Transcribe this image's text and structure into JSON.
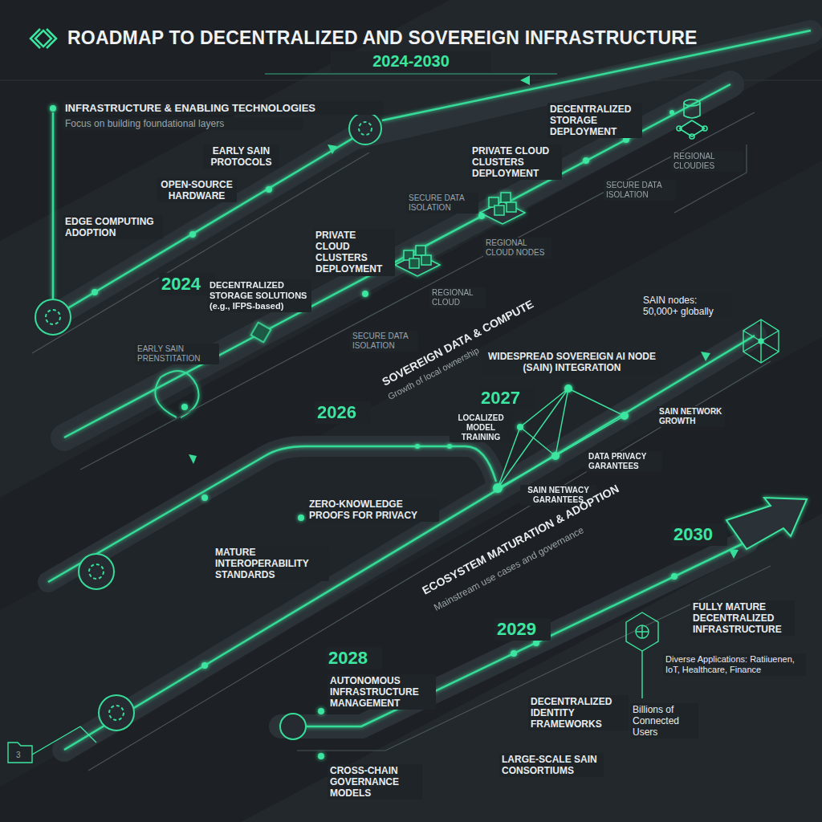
{
  "diagram": {
    "title": "ROADMAP TO DECENTRALIZED AND SOVEREIGN INFRASTRUCTURE",
    "labels": [
      "2024-2030",
      "INFRASTRUCTURE & ENABLING TECHNOLOGIES",
      "Focus on building foundational layers",
      "EARLY SAIN PROTOCOLS",
      "OPEN-SOURCE HARDWARE",
      "EDGE COMPUTING ADOPTION",
      "DECENTRALIZED STORAGE DEPLOYMENT",
      "PRIVATE CLOUD CLUSTERS DEPLOYMENT",
      "REGIONAL CLOUDIES",
      "SECURE DATA ISOLATION",
      "SECURE DATA ISOLATION",
      "PRIVATE CLOUD CLUSTERS DEPLOYMENT",
      "REGIONAL CLOUD NODES",
      "2024",
      "DECENTRALIZED STORAGE SOLUTIONS (e.g., IFPS-based)",
      "REGIONAL CLOUD",
      "SECURE DATA ISOLATION",
      "EARLY SAIN PRENSTITATION",
      "SOVEREIGN DATA & COMPUTE",
      "Growth of local ownership",
      "SAIN nodes: 50,000+ globally",
      "WIDESPREAD SOVEREIGN AI NODE (SAIN) INTEGRATION",
      "2027",
      "2026",
      "LOCALIZED MODEL TRAINING",
      "SAIN NETWORK GROWTH",
      "DATA PRIVACY GARANTEES",
      "SAIN NETWACY GARANTEES",
      "ZERO-KNOWLEDGE PROOFS FOR PRIVACY",
      "MATURE INTEROPERABILITY STANDARDS",
      "ECOSYSTEM MATURATION & ADOPTION",
      "Mainstream use cases and governance",
      "2030",
      "FULLY MATURE DECENTRALIZED INFRASTRUCTURE",
      "2029",
      "Diverse Applications: Ratiiuenen, IoT, Healthcare, Finance",
      "2028",
      "AUTONOMOUS INFRASTRUCTURE MANAGEMENT",
      "DECENTRALIZED IDENTITY FRAMEWORKS",
      "Billions of Connected Users",
      "CROSS-CHAIN GOVERNANCE MODELS",
      "LARGE-SCALE SAIN CONSORTIUMS",
      "3"
    ]
  }
}
